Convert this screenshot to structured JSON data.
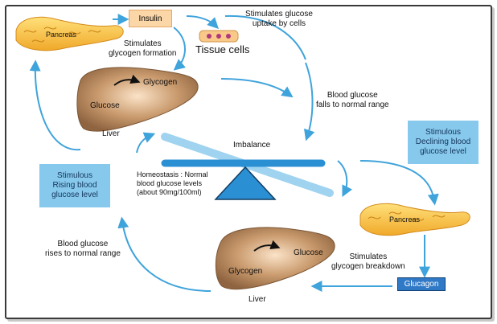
{
  "pancreas_top_label": "Pancreas",
  "insulin_label": "Insulin",
  "stimulates_glycogen_formation": "Stimulates\nglycogen formation",
  "tissue_cells_label": "Tissue cells",
  "stimulates_glucose_uptake": "Stimulates glucose\nuptake by cells",
  "liver_top": {
    "glucose": "Glucose",
    "glycogen": "Glycogen",
    "liver": "Liver"
  },
  "blood_glucose_falls": "Blood glucose\nfalls to normal range",
  "stimulous_declining": "Stimulous\nDeclining blood\nglucose level",
  "imbalance_label": "Imbalance",
  "homeostasis_label": "Homeostasis : Normal\nblood glucose levels\n(about 90mg/100ml)",
  "stimulous_rising": "Stimulous\nRising blood\nglucose level",
  "pancreas_bottom_label": "Pancreas",
  "stimulates_glycogen_breakdown": "Stimulates\nglycogen breakdown",
  "glucagon_label": "Glucagon",
  "blood_glucose_rises": "Blood glucose\nrises to normal range",
  "liver_bottom": {
    "glycogen": "Glycogen",
    "glucose": "Glucose",
    "liver": "Liver"
  },
  "colors": {
    "arrow": "#3fa3dc",
    "box": "#87c9ec",
    "liver": "#a67c58",
    "pancreas": "#f7c94b",
    "insulin_box": "#fbd7a8",
    "glucagon_box": "#2f79c7"
  }
}
